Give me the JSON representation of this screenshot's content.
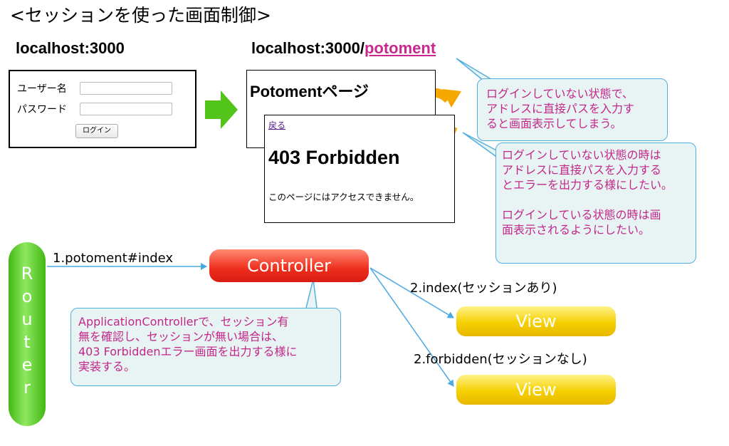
{
  "title": "<セッションを使った画面制御>",
  "url_left": "localhost:3000",
  "url_right": {
    "base": "localhost:3000/",
    "path": "potoment"
  },
  "login_form": {
    "username_label": "ユーザー名",
    "password_label": "パスワード",
    "login_button": "ログイン"
  },
  "potoment_page": {
    "title": "Potomentページ"
  },
  "forbidden_page": {
    "back_link": "戻る",
    "title": "403 Forbidden",
    "message": "このページにはアクセスできません。"
  },
  "callout1": {
    "lines": [
      "ログインしていない状態で、",
      "アドレスに直接パスを入力す",
      "ると画面表示してしまう。"
    ]
  },
  "callout2": {
    "lines": [
      "ログインしていない状態の時は",
      "アドレスに直接パスを入力する",
      "とエラーを出力する様にしたい。",
      "",
      "ログインしている状態の時は画",
      "面表示されるようにしたい。"
    ]
  },
  "callout3": {
    "lines": [
      "ApplicationControllerで、セッション有",
      "無を確認し、セッションが無い場合は、",
      "403 Forbiddenエラー画面を出力する様に",
      "実装する。"
    ]
  },
  "router": {
    "letters": [
      "R",
      "o",
      "u",
      "t",
      "e",
      "r"
    ]
  },
  "controller": "Controller",
  "view1": "View",
  "view2": "View",
  "labels": {
    "router_to_controller": "1.potoment#index",
    "to_index": "2.index(セッションあり)",
    "to_forbidden": "2.forbidden(セッションなし)"
  },
  "colors": {
    "callout_text": "#c2278a",
    "callout_border": "#55aee0",
    "callout_bg": "#e8f3f3",
    "router": "#44b814",
    "controller": "#ee2e1c",
    "view": "#f5d000",
    "url_path": "#c8288c",
    "green_arrow": "#52c41a",
    "reload_icon": "#f5a800"
  },
  "icons": {
    "reload": "reload-icon",
    "green_arrow": "arrow-right-icon"
  }
}
